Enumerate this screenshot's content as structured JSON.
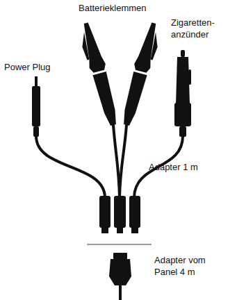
{
  "diagram": {
    "labels": [
      "Batterieklemmen",
      "Zigaretten- anzünder",
      "Power Plug",
      "Adapter 1 m",
      "Adapter vom Panel 4 m"
    ]
  }
}
